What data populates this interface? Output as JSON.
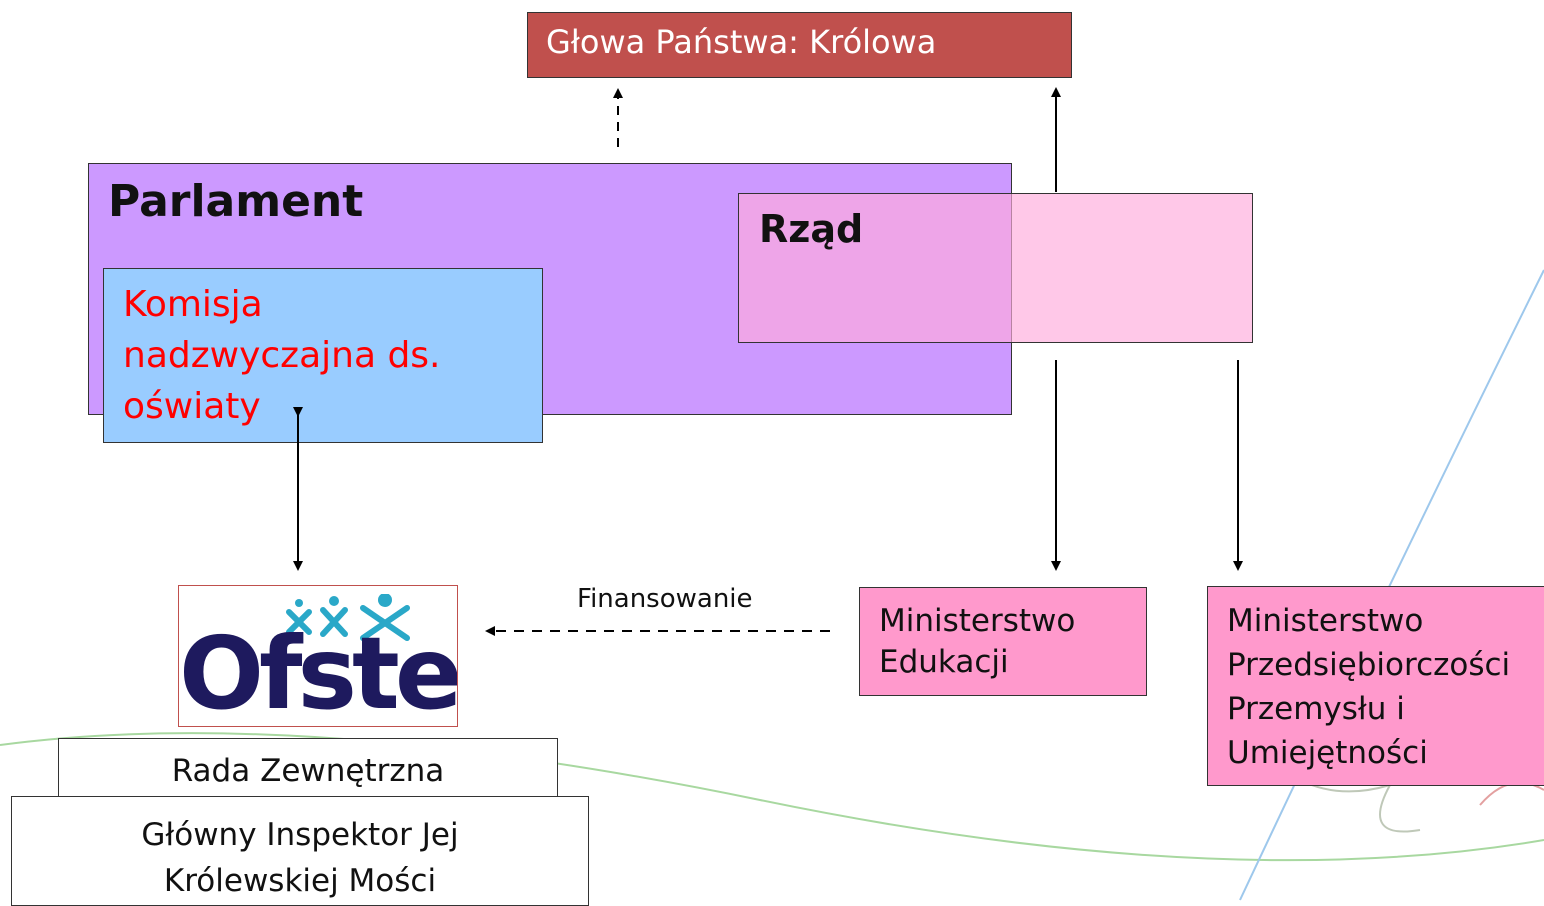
{
  "head_of_state": "Głowa Państwa: Królowa",
  "parliament": "Parlament",
  "government": "Rząd",
  "committee": [
    "Komisja",
    "nadzwyczajna ds.",
    "oświaty"
  ],
  "logo_text": "Ofsted",
  "external_board": "Rada Zewnętrzna",
  "inspector": [
    "Główny Inspektor Jej",
    "Królewskiej Mości"
  ],
  "funding": "Finansowanie",
  "ministry_education": [
    "Ministerstwo",
    "Edukacji"
  ],
  "ministry_enterprise": [
    "Ministerstwo",
    "Przedsiębiorczości",
    "Przemysłu i",
    "Umiejętności"
  ],
  "colors": {
    "head": "#c0504d",
    "parliament": "#cc99ff",
    "government": "#ffb0dd",
    "committee": "#99ccff",
    "committee_text": "#ff0000",
    "ministry": "#ff99cc",
    "logo_text": "#1e1a5e",
    "logo_stars": "#2aa8c8"
  }
}
